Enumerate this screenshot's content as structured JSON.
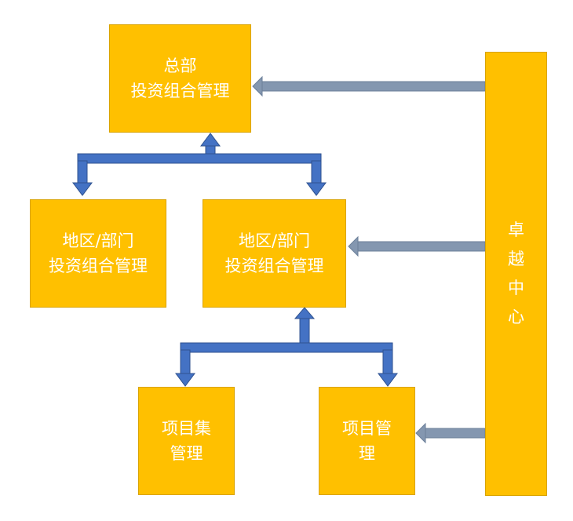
{
  "colors": {
    "box_fill": "#FFC000",
    "box_text": "#FFFFFF",
    "blue_connector": "#4472C4",
    "grey_arrow": "#8497B0"
  },
  "nodes": {
    "hq": {
      "line1": "总部",
      "line2": "投资组合管理"
    },
    "region_left": {
      "line1": "地区/部门",
      "line2": "投资组合管理"
    },
    "region_right": {
      "line1": "地区/部门",
      "line2": "投资组合管理"
    },
    "program": {
      "line1": "项目集",
      "line2": "管理"
    },
    "project": {
      "line1": "项目管",
      "line2": "理"
    },
    "coe": {
      "chars": [
        "卓",
        "越",
        "中",
        "心"
      ]
    }
  }
}
